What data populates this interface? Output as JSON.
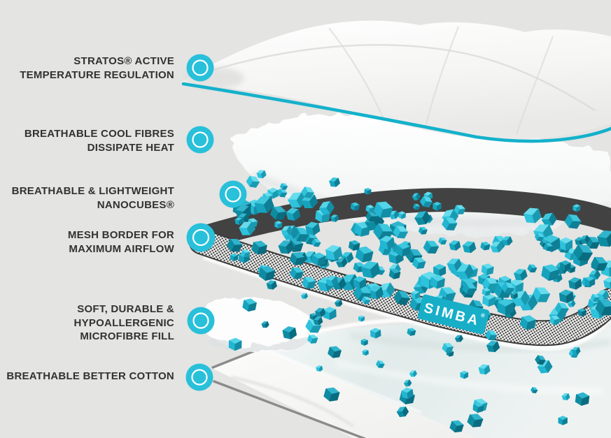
{
  "brand_tag": {
    "text": "SIMBA",
    "reg": "®"
  },
  "features": [
    {
      "lines": [
        "STRATOS® ACTIVE",
        "TEMPERATURE REGULATION"
      ]
    },
    {
      "lines": [
        "BREATHABLE COOL FIBRES",
        "DISSIPATE HEAT"
      ]
    },
    {
      "lines": [
        "BREATHABLE & LIGHTWEIGHT",
        "NANOCUBES®"
      ]
    },
    {
      "lines": [
        "MESH BORDER FOR",
        "MAXIMUM AIRFLOW"
      ]
    },
    {
      "lines": [
        "SOFT, DURABLE &",
        "HYPOALLERGENIC",
        "MICROFIBRE FILL"
      ]
    },
    {
      "lines": [
        "BREATHABLE BETTER COTTON"
      ]
    }
  ],
  "colors": {
    "bg": "#e4e4e3",
    "text": "#323232",
    "accent": "#29c0da",
    "trim": "#14b1cb",
    "tag": "#17aec8",
    "band-dark": "#424242",
    "mesh-dark": "#2d2d2d",
    "edge-gray": "#8b8b8b",
    "cube": "#17a3bd"
  }
}
